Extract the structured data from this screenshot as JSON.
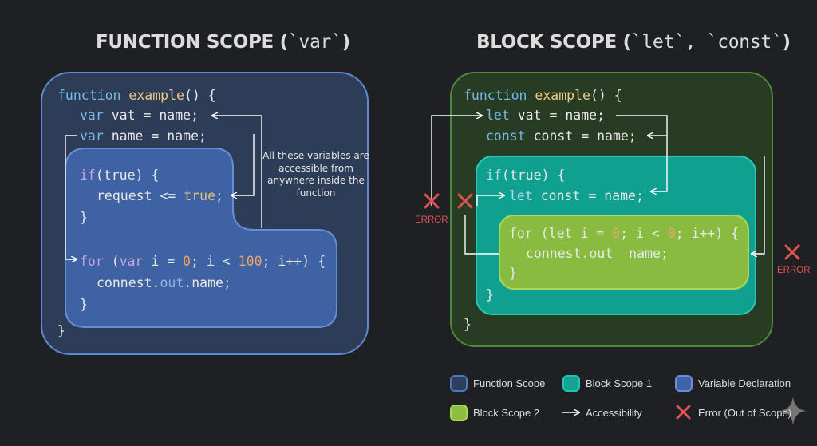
{
  "titles": {
    "left_main": "FUNCTION SCOPE (",
    "left_mono": "`var`",
    "left_end": ")",
    "right_main": "BLOCK SCOPE (",
    "right_mono": "`let`, `const`",
    "right_end": ")"
  },
  "left_code": {
    "l1_kw": "function",
    "l1_fn": "example",
    "l1_rest": "() {",
    "l2_kw": "var",
    "l2_rest": " vat = name;",
    "l3_kw": "var",
    "l3_rest": " name = name;",
    "l4_kw": "if",
    "l4_open": "(",
    "l4_lit": "true",
    "l4_rest": ") {",
    "l5_a": "request <= ",
    "l5_lit": "true",
    "l5_b": ";",
    "l6": "}",
    "l7_kw": "for",
    "l7_a": " (",
    "l7_var": "var",
    "l7_b": " i = ",
    "l7_n1": "0",
    "l7_c": "; i < ",
    "l7_n2": "100",
    "l7_d": "; i++) {",
    "l8_a": "connest.",
    "l8_prop": "out",
    "l8_b": ".name;",
    "l9": "}",
    "l10": "}"
  },
  "note": "All these variables are accessible from anywhere inside the function",
  "right_code": {
    "l1_kw": "function",
    "l1_fn": "example",
    "l1_rest": "() {",
    "l2_kw": "let",
    "l2_rest": " vat = name;",
    "l3_kw": "const",
    "l3_rest": " const = name;",
    "l4_kw": "if",
    "l4_open": "(",
    "l4_lit": "true",
    "l4_rest": ") {",
    "l5_kw": "let",
    "l5_rest": " const = name;",
    "l6_kw": "for",
    "l6_a": " (let i = ",
    "l6_n1": "0",
    "l6_b": "; i < ",
    "l6_n2": "0",
    "l6_c": "; i++) {",
    "l7": "connest.out  name;",
    "l8": "}",
    "l9": "}",
    "l10": "}"
  },
  "errors": {
    "left": "ERROR",
    "right": "ERROR"
  },
  "legend": [
    {
      "label": "Function Scope",
      "color": "#2c3f5c",
      "border": "#4f78b8"
    },
    {
      "label": "Block Scope 1",
      "color": "#14a393",
      "border": "#1fc5b2"
    },
    {
      "label": "Variable Declaration",
      "color": "#3f62a8",
      "border": "#6a8fd6"
    },
    {
      "label": "Block Scope 2",
      "color": "#8cbf3f",
      "border": "#a8d85a"
    },
    {
      "label": "Accessibility",
      "icon": "arrow-icon"
    },
    {
      "label": "Error (Out of Scope)",
      "icon": "x-icon",
      "color": "#e05252"
    }
  ],
  "colors": {
    "left_outer_fill": "#2e3d57",
    "left_outer_border": "#5d8ad0",
    "left_inner_fill": "#3f65a8",
    "left_inner_border": "#6d93d8",
    "right_outer_fill": "#283b23",
    "right_outer_border": "#4d8a3b",
    "block1_fill": "#10a08f",
    "block1_border": "#29c8b4",
    "block2_fill": "#88bb3f",
    "block2_border": "#a9d95c",
    "error": "#e05252"
  }
}
